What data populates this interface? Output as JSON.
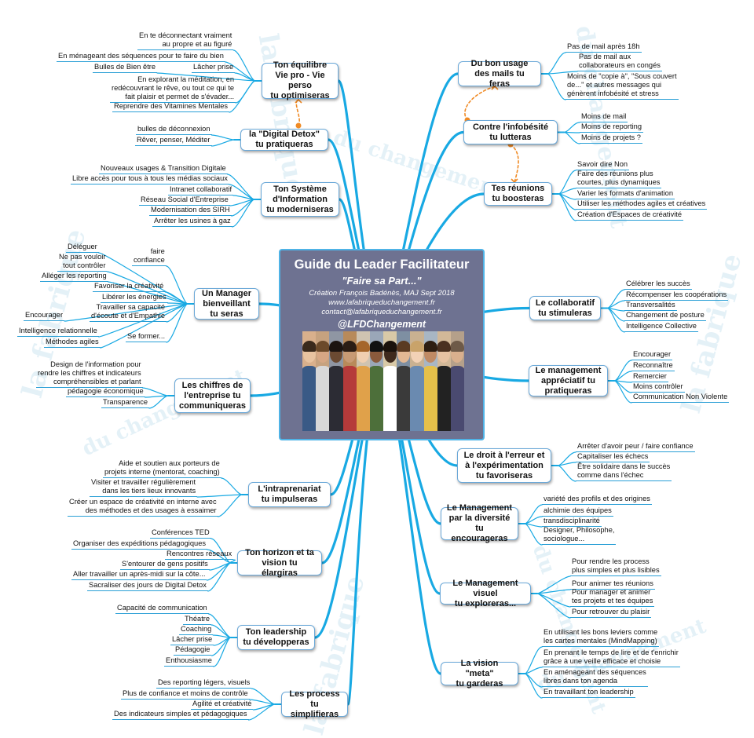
{
  "watermark": {
    "text_top": "la fabrique",
    "text_du": "du changement"
  },
  "center": {
    "title": "Guide du Leader Facilitateur",
    "subtitle": "\"Faire sa Part...\"",
    "credit": "Création François Badénès, MAJ Sept 2018",
    "website": "www.lafabriqueduchangement.fr",
    "email": "contact@lafabriqueduchangement.fr",
    "handle": "@LFDChangement"
  },
  "branches": [
    {
      "label": "Ton équilibre\nVie pro - Vie perso\ntu optimiseras",
      "leaves": [
        "En te déconnectant vraiment\nau propre et au figuré",
        "En ménageant des séquences pour te faire du bien",
        "Bulles de Bien être",
        "Lâcher prise",
        "En explorant la méditation, en\nredécouvrant le rêve, ou tout ce qui te\nfait plaisir et permet de s'évader...",
        "Reprendre des Vitamines Mentales"
      ]
    },
    {
      "label": "la \"Digital Detox\"\ntu pratiqueras",
      "leaves": [
        "bulles de déconnexion",
        "Rêver, penser, Méditer"
      ]
    },
    {
      "label": "Ton Système\nd'Information\ntu moderniseras",
      "leaves": [
        "Nouveaux usages & Transition Digitale",
        "Libre accès pour tous à tous les médias sociaux",
        "Intranet collaboratif",
        "Réseau Social d'Entreprise",
        "Modernisation des SIRH",
        "Arrêter les usines à gaz"
      ]
    },
    {
      "label": "Un Manager\nbienveillant\ntu seras",
      "leaves": [
        "Déléguer",
        "Ne pas vouloir\ntout contrôler",
        "Alléger les reporting",
        "faire\nconfiance",
        "Favoriser la créativité",
        "Libérer les énergies",
        "Travailler sa capacité\nd'écoute et d'Empathie",
        "Encourager",
        "Intelligence relationnelle",
        "Méthodes agiles",
        "Se former..."
      ]
    },
    {
      "label": "Les chiffres de\nl'entreprise tu\ncommuniqueras",
      "leaves": [
        "Design de l'information pour\nrendre les chiffres et indicateurs\ncompréhensibles et parlant",
        "pédagogie économique",
        "Transparence"
      ]
    },
    {
      "label": "L'intraprenariat\ntu impulseras",
      "leaves": [
        "Aide et soutien aux porteurs de\nprojets interne (mentorat, coaching)",
        "Visiter et travailler régulièrement\ndans les tiers lieux innovants",
        "Créer un espace de créativité en interne avec\ndes méthodes et des usages à essaimer"
      ]
    },
    {
      "label": "Ton horizon et ta\nvision tu élargiras",
      "leaves": [
        "Conférences TED",
        "Organiser des expéditions pédagogiques",
        "Rencontres réseaux",
        "S'entourer de gens positifs",
        "Aller travailler un après-midi sur la côte...",
        "Sacraliser des jours de Digital Detox"
      ]
    },
    {
      "label": "Ton leadership\ntu développeras",
      "leaves": [
        "Capacité de communication",
        "Théatre",
        "Coaching",
        "Lâcher prise",
        "Pédagogie",
        "Enthousiasme"
      ]
    },
    {
      "label": "Les process\ntu simplifieras",
      "leaves": [
        "Des reporting légers, visuels",
        "Plus de confiance et moins de contrôle",
        "Agilité et créativité",
        "Des indicateurs simples et pédagogiques"
      ]
    },
    {
      "label": "Du bon usage\ndes mails tu feras",
      "leaves": [
        "Pas de mail après 18h",
        "Pas de mail aux\ncollaborateurs en congés",
        "Moins de \"copie à\", \"Sous couvert\nde...\" et autres messages qui\ngénèrent infobésité et stress"
      ]
    },
    {
      "label": "Contre l'infobésité\ntu lutteras",
      "leaves": [
        "Moins de mail",
        "Moins de reporting",
        "Moins de projets ?"
      ]
    },
    {
      "label": "Tes réunions\ntu boosteras",
      "leaves": [
        "Savoir dire Non",
        "Faire des réunions plus\ncourtes, plus dynamiques",
        "Varier les formats d'animation",
        "Utiliser les méthodes agiles et créatives",
        "Création d'Espaces de créativité"
      ]
    },
    {
      "label": "Le collaboratif\ntu stimuleras",
      "leaves": [
        "Célébrer les succès",
        "Récompenser les coopérations",
        "Transversalités",
        "Changement de posture",
        "Intelligence Collective"
      ]
    },
    {
      "label": "Le management\nappréciatif tu\npratiqueras",
      "leaves": [
        "Encourager",
        "Reconnaître",
        "Remercier",
        "Moins contrôler",
        "Communication Non Violente"
      ]
    },
    {
      "label": "Le droit à l'erreur et\nà l'expérimentation\ntu favoriseras",
      "leaves": [
        "Arrêter d'avoir peur / faire confiance",
        "Capitaliser les échecs",
        "Être solidaire dans le succès\ncomme dans l'échec"
      ]
    },
    {
      "label": "Le Management\npar la diversité\ntu encourageras",
      "leaves": [
        "variété des profils et des origines",
        "alchimie des équipes",
        "transdisciplinarité",
        "Designer, Philosophe,\nsociologue..."
      ]
    },
    {
      "label": "Le Management visuel\ntu exploreras...",
      "leaves": [
        "Pour rendre les process\nplus simples et plus lisibles",
        "Pour animer tes réunions",
        "Pour manager et animer\ntes projets et tes équipes",
        "Pour retrouver du plaisir"
      ]
    },
    {
      "label": "La vision \"meta\"\ntu garderas",
      "leaves": [
        "En utilisant les bons leviers comme\nles cartes mentales (MindMapping)",
        "En prenant le temps de lire et de t'enrichir\ngrâce  à une veille efficace et choisie",
        "En aménageant des séquences\nlibres dans ton agenda",
        "En travaillant ton leadership"
      ]
    }
  ],
  "colors": {
    "line": "#18a9e3",
    "center_bg": "#6e7291",
    "center_border": "#4fb3e6",
    "dashed_link": "#f08a24"
  }
}
